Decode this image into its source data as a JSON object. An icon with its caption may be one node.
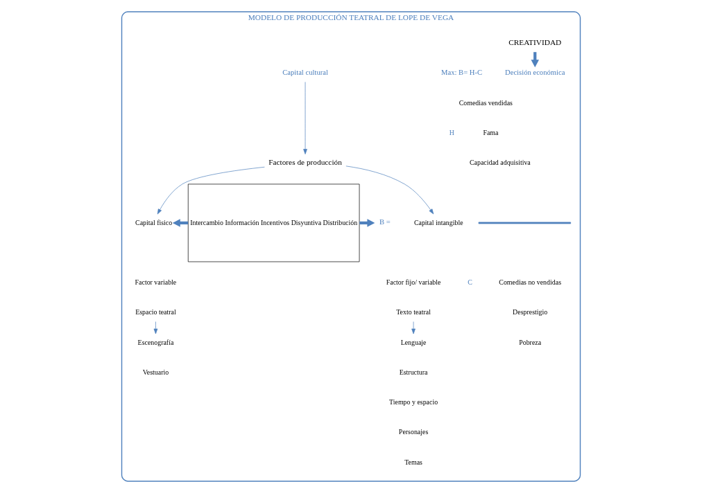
{
  "diagram": {
    "nodes": [
      {
        "text": [
          "MODELO DE PRODUCCIÓN TEATRAL DE LOPE DE VEGA"
        ]
      },
      {
        "text": [
          "CREATIVIDAD"
        ],
        "in": 0
      },
      {
        "text": [
          "Decisión económica"
        ],
        "in": 0
      },
      {
        "text": [
          "Intercambio Información Incentivos Disyuntiva Distribución"
        ],
        "in": 0
      },
      {
        "text": [
          "Capital cultural"
        ],
        "in": 0
      },
      {
        "text": [
          "Factores de producción"
        ],
        "in": 0
      },
      {
        "text": [
          "Capital intangible"
        ],
        "in": 0
      },
      {
        "text": [
          "Factor fijo/ variable"
        ],
        "in": 0
      },
      {
        "text": [
          "Texto teatral"
        ],
        "in": 0
      },
      {
        "text": [
          "Capital fisico"
        ],
        "in": 0
      },
      {
        "text": [
          "Factor variable"
        ],
        "in": 0
      },
      {
        "text": [
          "Espacio teatral"
        ],
        "in": 0
      },
      {
        "text": [
          "Lenguaje"
        ],
        "in": 0
      },
      {
        "text": [
          "Estructura"
        ],
        "in": 0
      },
      {
        "text": [
          "Tiempo y espacio"
        ],
        "in": 0
      },
      {
        "text": [
          "Personajes"
        ],
        "in": 0
      },
      {
        "text": [
          "Temas"
        ],
        "in": 0
      },
      {
        "text": [
          "Escenografía"
        ],
        "in": 0
      },
      {
        "text": [
          "Vestuario"
        ],
        "in": 0
      },
      {
        "text": [
          "B ="
        ],
        "in": 0
      }
    ],
    "edges": [
      {
        "from": 1,
        "to": 2,
        "arrow": "to",
        "style": "thick"
      },
      {
        "from": 4,
        "to": 5,
        "arrow": "to"
      },
      {
        "from": 5,
        "to": 6,
        "arrow": "to"
      },
      {
        "from": 5,
        "to": 9,
        "arrow": "to"
      },
      {
        "from": 8,
        "to": 12,
        "arrow": "to"
      },
      {
        "from": 11,
        "to": 17,
        "arrow": "to"
      },
      {
        "from": 3,
        "to": 9,
        "arrow": "to",
        "style": "thick"
      },
      {
        "from": 3,
        "to": 19,
        "arrow": "to",
        "style": "thick"
      }
    ],
    "labels": [
      "Max: B= H-C",
      "Comedias vendidas",
      "H",
      "Fama",
      "Capacidad adquisitiva",
      "C",
      "Comedias no vendidas",
      "Desprestigio",
      "Pobreza"
    ]
  }
}
